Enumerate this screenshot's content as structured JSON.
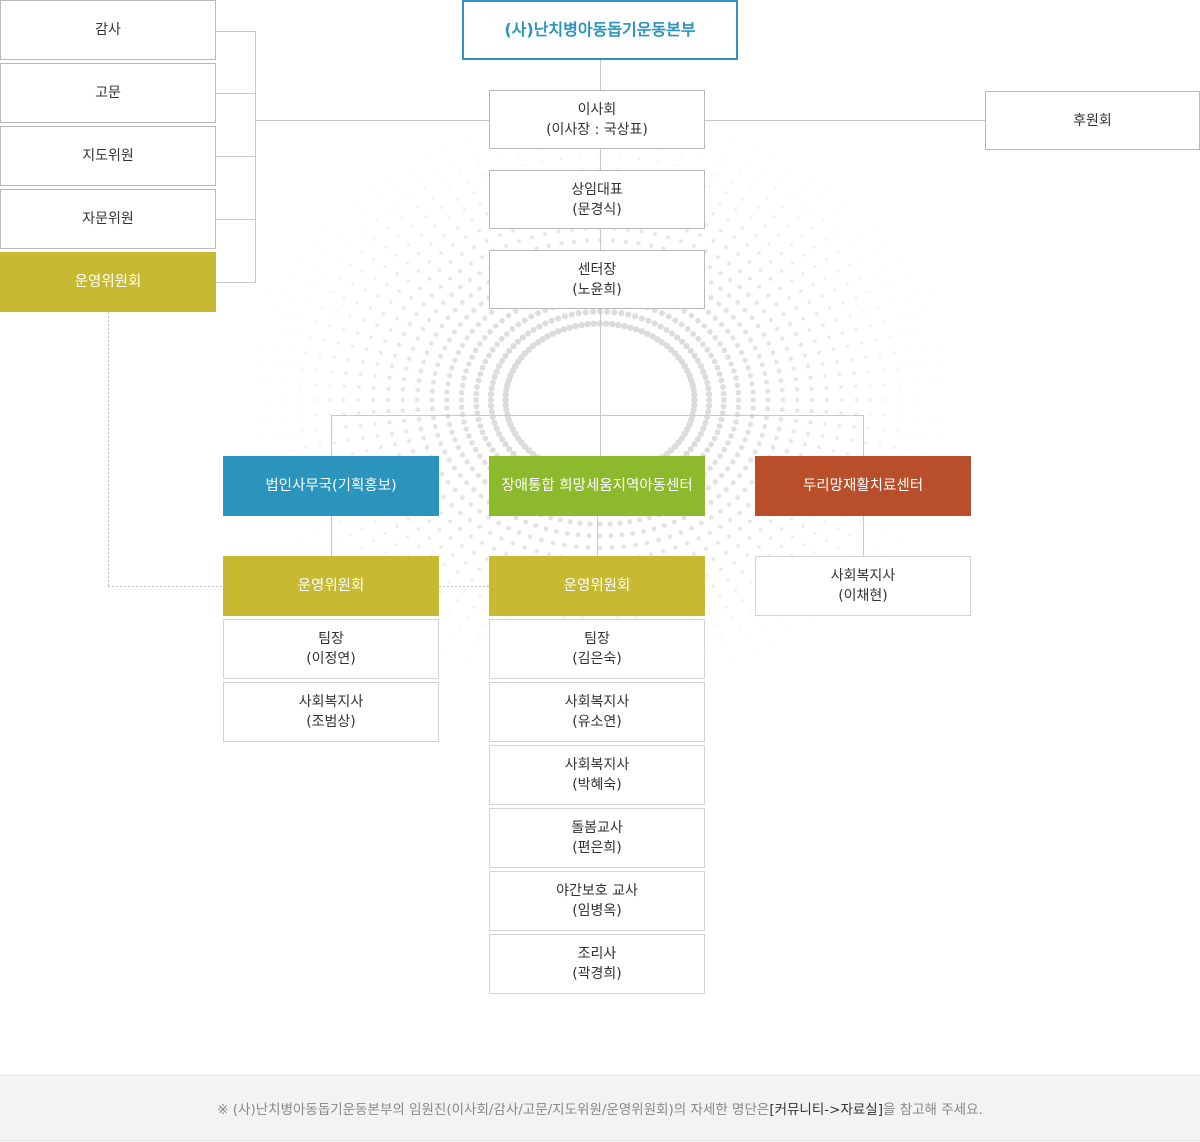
{
  "colors": {
    "title_border": "#2b94bd",
    "committee": "#c7b932",
    "corporate_office": "#2b94bd",
    "regional_center": "#8dba2c",
    "rehab_center": "#b84e2a",
    "line": "#c9c9c9",
    "dot": "#d9d9d9"
  },
  "org": {
    "title": "(사)난치병아동돕기운동본부",
    "left_panel": {
      "audit": "감사",
      "advisor": "고문",
      "guidance_member": "지도위원",
      "consulting_member": "자문위원",
      "operating_committee": "운영위원회"
    },
    "board": {
      "line1": "이사회",
      "line2": "(이사장 : 국상표)"
    },
    "sponsors": "후원회",
    "executive": {
      "line1": "상임대표",
      "line2": "(문경식)"
    },
    "center_head": {
      "line1": "센터장",
      "line2": "(노윤희)"
    },
    "corporate": {
      "title": "법인사무국(기획홍보)",
      "committee": "운영위원회",
      "staff": [
        {
          "role": "팀장",
          "name": "(이정연)"
        },
        {
          "role": "사회복지사",
          "name": "(조범상)"
        }
      ]
    },
    "regional": {
      "title": "장애통합 희망세움지역아동센터",
      "committee": "운영위원회",
      "staff": [
        {
          "role": "팀장",
          "name": "(김은숙)"
        },
        {
          "role": "사회복지사",
          "name": "(유소연)"
        },
        {
          "role": "사회복지사",
          "name": "(박혜숙)"
        },
        {
          "role": "돌봄교사",
          "name": "(편은희)"
        },
        {
          "role": "야간보호 교사",
          "name": "(임병옥)"
        },
        {
          "role": "조리사",
          "name": "(곽경희)"
        }
      ]
    },
    "rehab": {
      "title": "두리망재활치료센터",
      "staff": [
        {
          "role": "사회복지사",
          "name": "(이채현)"
        }
      ]
    }
  },
  "footer": {
    "note_prefix": "※ (사)난치병아동돕기운동본부의 임원진(이사회/감사/고문/지도위원/운영위원회)의 자세한 명단은 ",
    "note_link": "[커뮤니티->자료실]",
    "note_suffix": "을 참고해 주세요."
  }
}
